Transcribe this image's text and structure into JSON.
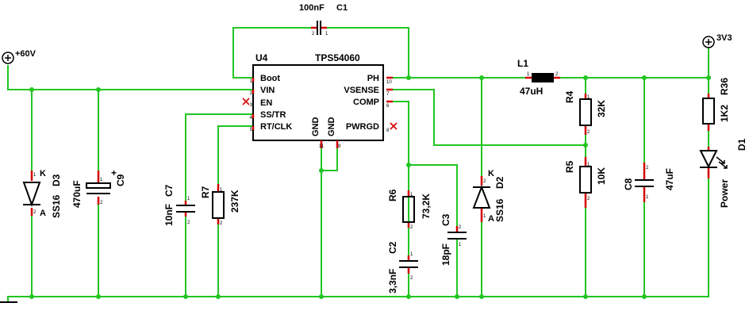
{
  "rails": {
    "vin": "+60V",
    "vout": "3V3"
  },
  "ic": {
    "ref": "U4",
    "part": "TPS54060",
    "pins_left": [
      {
        "num": "1",
        "name": "Boot"
      },
      {
        "num": "2",
        "name": "VIN"
      },
      {
        "num": "3",
        "name": "EN"
      },
      {
        "num": "4",
        "name": "SS/TR"
      },
      {
        "num": "5",
        "name": "RT/CLK"
      }
    ],
    "pins_right": [
      {
        "num": "10",
        "name": "PH"
      },
      {
        "num": "7",
        "name": "VSENSE"
      },
      {
        "num": "6",
        "name": "COMP"
      },
      {
        "num": "8",
        "name": "PWRGD"
      }
    ],
    "pins_bottom": [
      {
        "num": "11",
        "name": "GND"
      },
      {
        "num": "9",
        "name": "GND"
      }
    ]
  },
  "components": {
    "c1": {
      "ref": "C1",
      "value": "100nF"
    },
    "l1": {
      "ref": "L1",
      "value": "47uH"
    },
    "d3": {
      "ref": "D3",
      "value": "SS16",
      "anode": "A",
      "cathode": "K"
    },
    "c9": {
      "ref": "C9",
      "value": "470uF",
      "polarity": "+"
    },
    "c7": {
      "ref": "C7",
      "value": "10nF"
    },
    "r7": {
      "ref": "R7",
      "value": "237K"
    },
    "r6": {
      "ref": "R6",
      "value": "73,2K"
    },
    "c2": {
      "ref": "C2",
      "value": "3,3nF"
    },
    "c3": {
      "ref": "C3",
      "value": "18pF"
    },
    "d2": {
      "ref": "D2",
      "value": "SS16",
      "anode": "A",
      "cathode": "K"
    },
    "r4": {
      "ref": "R4",
      "value": "32K"
    },
    "r5": {
      "ref": "R5",
      "value": "10K"
    },
    "c8": {
      "ref": "C8",
      "value": "47uF"
    },
    "r36": {
      "ref": "R36",
      "value": "1K2"
    },
    "d1": {
      "ref": "D1",
      "value": "Power"
    }
  },
  "pin_numbers": {
    "one": "1",
    "two": "2"
  },
  "colors": {
    "wire": "#22c522",
    "pin": "#d40000",
    "symbol": "#000000"
  }
}
